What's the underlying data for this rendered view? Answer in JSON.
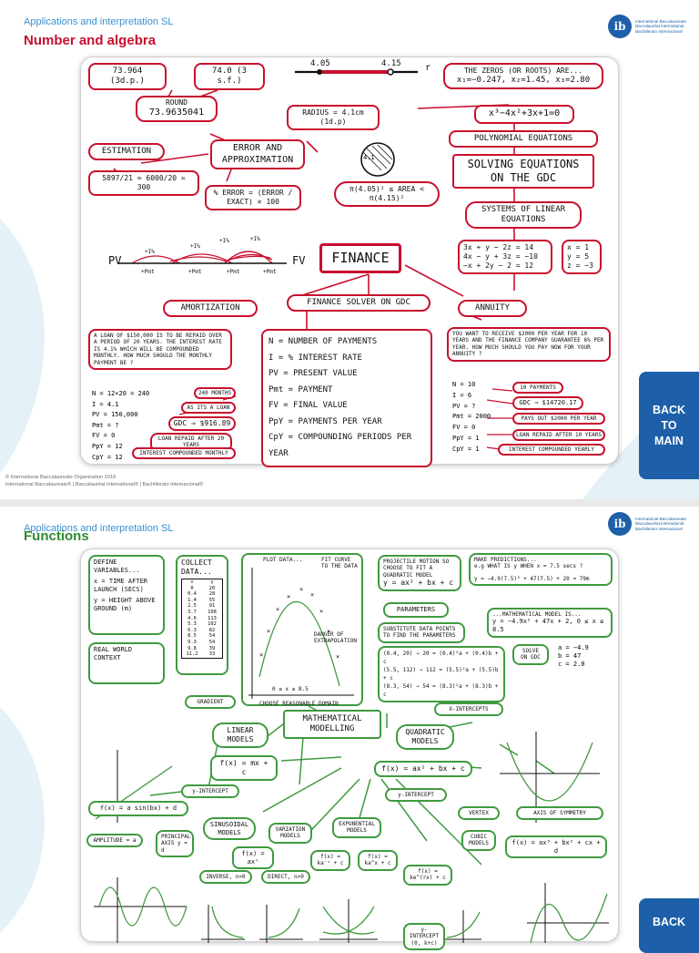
{
  "slide1": {
    "course": "Applications and interpretation SL",
    "section": "Number and algebra",
    "logo_lines": [
      "International Baccalaureate",
      "Baccalauréat International",
      "Bachillerato Internacional"
    ],
    "back_label": [
      "BACK",
      "TO",
      "MAIN"
    ],
    "footer_lines": [
      "© International Baccalaureate Organization 2019",
      "International Baccalaureate® | Baccalauréat International® | Bachillerato Internacional®"
    ],
    "round_dp": "73.964 (3d.p.)",
    "round_sf": "74.0 (3 s.f.)",
    "numline_a": "4.05",
    "numline_b": "4.15",
    "numline_r": "r",
    "round_label": "ROUND",
    "round_value": "73.9635041",
    "radius": "RADIUS = 4.1cm (1d.p)",
    "estimation": "ESTIMATION",
    "est_expr": "5897/21 ≈ 6000/20 = 300",
    "error_title": "ERROR AND APPROXIMATION",
    "pct_error": "% ERROR = (ERROR / EXACT) × 100",
    "circle_label": "4.1",
    "area_bound": "π(4.05)² ≤ AREA < π(4.15)²",
    "zeros_title": "THE ZEROS (OR ROOTS) ARE...",
    "zeros_values": "x₁=−0.247, x₂=1.45, x₃=2.80",
    "poly": "x³−4x²+3x+1=0",
    "poly_title": "POLYNOMIAL EQUATIONS",
    "gdc_title": "SOLVING EQUATIONS ON THE GDC",
    "systems_title": "SYSTEMS OF LINEAR EQUATIONS",
    "system_eqs": [
      "3x + y − 2z = 14",
      "4x − y + 3z = −10",
      "−x + 2y − 2 = 12"
    ],
    "system_sol": [
      "x = 1",
      "y = 5",
      "z = −3"
    ],
    "pv": "PV",
    "fv": "FV",
    "pct_steps": [
      "+I%",
      "+I%",
      "+I%",
      "+I%"
    ],
    "pmt_steps": [
      "+Pmt",
      "+Pmt",
      "+Pmt",
      "+Pmt"
    ],
    "finance": "FINANCE",
    "amortization": "AMORTIZATION",
    "finance_solver": "FINANCE SOLVER ON GDC",
    "annuity": "ANNUITY",
    "loan_q": "A LOAN OF $150,000 IS TO BE REPAID OVER A PERIOD OF 20 YEARS. THE INTEREST RATE IS 4.1% WHICH WILL BE COMPOUNDED MONTHLY. HOW MUCH SHOULD THE MONTHLY PAYMENT BE ?",
    "loan_vars": [
      "N = 12×20 = 240",
      "I = 4.1",
      "PV = 150,000",
      "Pmt = ?",
      "FV = 0",
      "PpY = 12",
      "CpY = 12"
    ],
    "loan_notes": [
      "240 MONTHS",
      "AS ITS A LOAN",
      "GDC ⇒ $916.89",
      "LOAN REPAID AFTER 20 YEARS",
      "INTEREST COMPOUNDED MONTHLY"
    ],
    "defs": [
      "N = NUMBER OF PAYMENTS",
      "I = % INTEREST RATE",
      "PV = PRESENT VALUE",
      "Pmt = PAYMENT",
      "FV = FINAL VALUE",
      "PpY = PAYMENTS PER YEAR",
      "CpY = COMPOUNDING PERIODS PER YEAR"
    ],
    "annuity_q": "YOU WANT TO RECEIVE $2000 PER YEAR FOR 10 YEARS AND THE FINANCE COMPANY GUARANTEE 6% PER YEAR. HOW MUCH SHOULD YOU PAY NOW FOR YOUR ANNUITY ?",
    "annuity_vars": [
      "N = 10",
      "I = 6",
      "PV = ?",
      "Pmt = 2000",
      "FV = 0",
      "PpY = 1",
      "CpY = 1"
    ],
    "annuity_notes": [
      "10 PAYMENTS",
      "GDC ⇒ $14720.17",
      "PAYS OUT $2000 PER YEAR",
      "LOAN REPAID AFTER 10 YEARS",
      "INTEREST COMPOUNDED YEARLY"
    ]
  },
  "slide2": {
    "course": "Applications and interpretation SL",
    "section": "Functions",
    "logo_lines": [
      "International Baccalaureate",
      "Baccalauréat International",
      "Bachillerato Internacional"
    ],
    "back_label": "BACK",
    "define_vars": "DEFINE VARIABLES...",
    "x_def": "x = TIME AFTER LAUNCH (SECS)",
    "y_def": "y = HEIGHT ABOVE GROUND (m)",
    "real_world": "REAL WORLD CONTEXT",
    "collect": "COLLECT DATA...",
    "table_head": [
      "x",
      "y"
    ],
    "table_rows": [
      [
        "0",
        "20"
      ],
      [
        "0.4",
        "28"
      ],
      [
        "1.4",
        "55"
      ],
      [
        "2.5",
        "91"
      ],
      [
        "3.7",
        "108"
      ],
      [
        "4.6",
        "113"
      ],
      [
        "5.3",
        "102"
      ],
      [
        "6.3",
        "82"
      ],
      [
        "8.5",
        "54"
      ],
      [
        "9.3",
        "54"
      ],
      [
        "9.8",
        "39"
      ],
      [
        "11.2",
        "33"
      ]
    ],
    "plot_data": "PLOT DATA...",
    "fit_curve": "FIT CURVE TO THE DATA",
    "danger": "DANGER OF EXTRAPOLATION",
    "domain_label": "0 ≤ x ≤ 8.5",
    "choose_domain": "CHOOSE REASONABLE DOMAIN",
    "projectile": "PROJECTILE MOTION SO CHOOSE TO FIT A QUADRATIC MODEL",
    "quad_model": "y = ax² + bx + c",
    "parameters": "PARAMETERS",
    "substitute": "SUBSTITUTE DATA POINTS TO FIND THE PARAMETERS",
    "sub_eqs": [
      "(0.4, 20) ⇒ 20 = (0.4)²a + (0.4)b + c",
      "(5.5, 112) ⇒ 112 = (5.5)²a + (5.5)b + c",
      "(8.3, 54) ⇒ 54 = (8.3)²a + (8.3)b + c"
    ],
    "predictions": "MAKE PREDICTIONS...",
    "predict_q": "e.g WHAT IS y WHEN x = 7.5 secs ?",
    "predict_a": "y = −4.9(7.5)² + 47(7.5) + 20 ≈ 79m",
    "model_is": "...MATHEMATICAL MODEL IS...",
    "model_eq": "y = −4.9x² + 47x + 2, 0 ≤ x ≤ 8.5",
    "solve_gdc": "SOLVE ON GDC",
    "params_vals": [
      "a = −4.9",
      "b = 47",
      "c = 2.0"
    ],
    "gradient": "GRADIENT",
    "mm_title": "MATHEMATICAL MODELLING",
    "x_intercepts": "X-INTERCEPTS",
    "linear": "LINEAR MODELS",
    "quadratic": "QUADRATIC MODELS",
    "linear_eq": "f(x) = mx + c",
    "quad_eq": "f(x) = ax² + bx + c",
    "y_int_a": "y-INTERCEPT",
    "y_int_b": "y-INTERCEPT",
    "vertex": "VERTEX",
    "axis_sym": "AXIS OF SYMMETRY",
    "sin_eq": "f(x) = a sin(bx) + d",
    "sinusoidal": "SINUSOIDAL MODELS",
    "variation": "VARIATION MODELS",
    "exponential": "EXPONENTIAL MODELS",
    "cubic": "CUBIC MODELS",
    "cubic_eq": "f(x) = ax³ + bx² + cx + d",
    "amplitude": "AMPLITUDE = a",
    "principal": "PRINCIPAL AXIS y = d",
    "var_eq": "f(x) = axⁿ",
    "exp_eq1": "f(x) = ka⁻ˣ + c",
    "exp_eq2": "f(x) = ka^x + c",
    "exp_eq3": "f(x) = ke^(rx) + c",
    "inverse": "INVERSE, n<0",
    "direct": "DIRECT, n>0",
    "y_int_exp": "y-INTERCEPT (0, k+c)"
  }
}
